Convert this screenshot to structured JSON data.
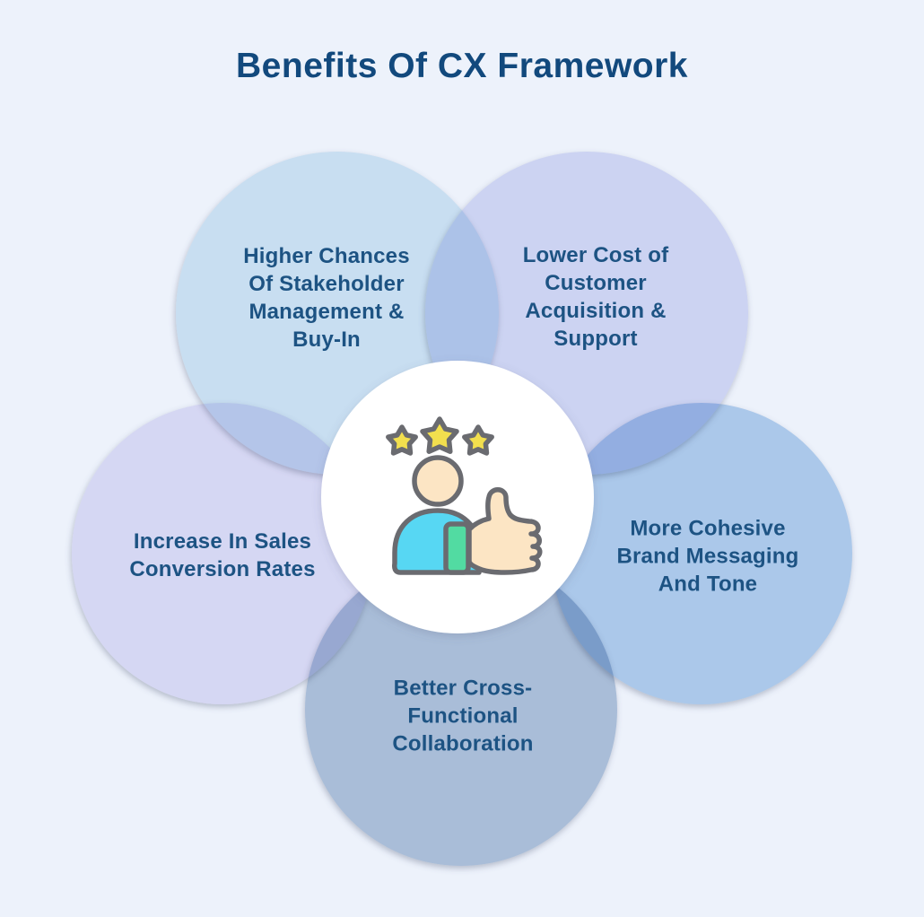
{
  "title": "Benefits Of CX Framework",
  "colors": {
    "background": "#edf2fb",
    "title_text": "#12497d",
    "label_text": "#1d5383",
    "center_circle": "#ffffff"
  },
  "benefits": [
    {
      "label": "Higher Chances\nOf Stakeholder\nManagement &\nBuy-In",
      "circle_color": "#d7eaf5"
    },
    {
      "label": "Lower Cost of\nCustomer\nAcquisition &\nSupport",
      "circle_color": "#dcdff6"
    },
    {
      "label": "Increase In Sales\nConversion Rates",
      "circle_color": "#e6e3f7"
    },
    {
      "label": "More Cohesive\nBrand Messaging\nAnd Tone",
      "circle_color": "#b8d3ee"
    },
    {
      "label": "Better Cross-\nFunctional\nCollaboration",
      "circle_color": "#b6c7dc"
    }
  ],
  "center_icon": {
    "name": "customer-rating-thumbs-up-with-three-stars",
    "star_fill": "#f2df4e",
    "outline": "#6a6b70",
    "skin": "#fce5c4",
    "shirt": "#57d7f3",
    "cuff": "#52dba2"
  }
}
